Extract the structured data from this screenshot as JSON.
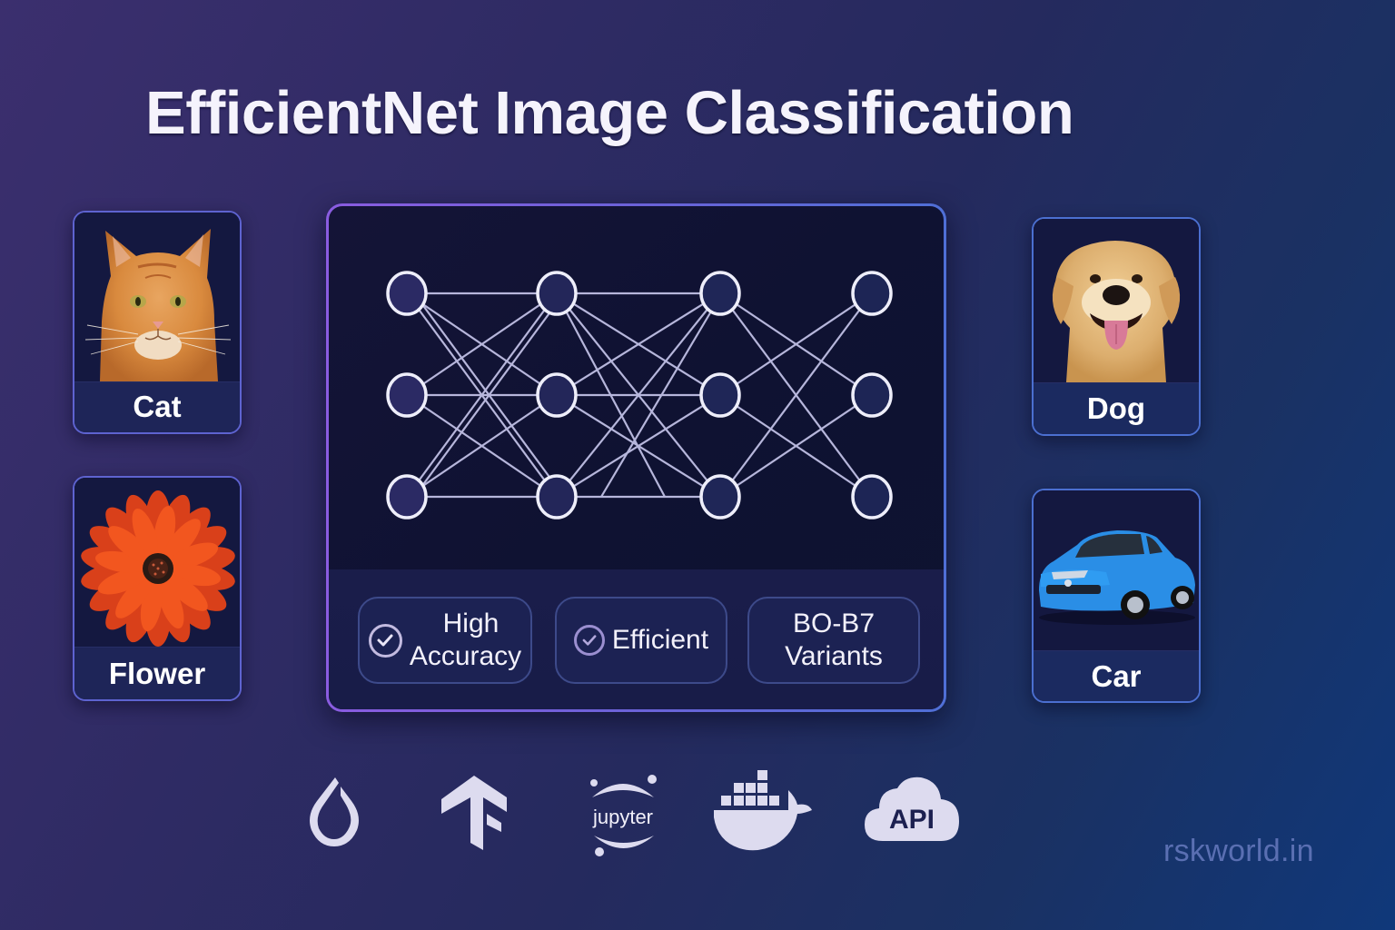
{
  "title": "EfficientNet Image Classification",
  "colors": {
    "background_start": "#3b2f6e",
    "background_end": "#10387a",
    "panel_border_start": "#8a5ce0",
    "panel_border_end": "#4f6fd6",
    "node_stroke": "#eeeefa",
    "node_fill": "#232659",
    "edge": "#c9c8ee",
    "icon_fill": "#dddbef",
    "watermark": "#5a6fb2"
  },
  "classes": {
    "left": [
      {
        "label": "Cat",
        "image": "orange-tabby-cat"
      },
      {
        "label": "Flower",
        "image": "orange-red-daisy"
      }
    ],
    "right": [
      {
        "label": "Dog",
        "image": "golden-retriever"
      },
      {
        "label": "Car",
        "image": "blue-hatchback"
      }
    ]
  },
  "network": {
    "layers": 4,
    "nodes_per_layer": 3
  },
  "features": [
    {
      "line1": "High",
      "line2": "Accuracy",
      "icon": "check-circle-icon"
    },
    {
      "line1": "Efficient",
      "icon": "check-circle-icon"
    },
    {
      "line1": "BO-B7",
      "line2": "Variants"
    }
  ],
  "tech_icons": [
    {
      "name": "pytorch-icon"
    },
    {
      "name": "tensorflow-icon"
    },
    {
      "name": "jupyter-icon",
      "text": "jupyter"
    },
    {
      "name": "docker-icon"
    },
    {
      "name": "api-cloud-icon",
      "text": "API"
    }
  ],
  "watermark": "rskworld.in"
}
